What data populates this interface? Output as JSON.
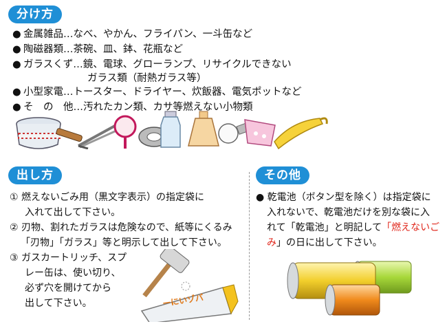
{
  "section1": {
    "title": "分け方",
    "items": [
      {
        "bullet": "●",
        "category": "金属雑品",
        "sep": "…",
        "items": "なべ、やかん、フライパン、一斗缶など"
      },
      {
        "bullet": "●",
        "category": "陶磁器類",
        "sep": "…",
        "items": "茶碗、皿、鉢、花瓶など"
      },
      {
        "bullet": "●",
        "category": "ガラスくず",
        "sep": "…",
        "items": "鏡、電球、グローランプ、リサイクルできない"
      },
      {
        "bullet": "●",
        "category": "小型家電",
        "sep": "…",
        "items": "トースター、ドライヤー、炊飯器、電気ポットなど"
      },
      {
        "bullet": "●",
        "category": "そ　の　他",
        "sep": "…",
        "items": "汚れたカン類、カサ等燃えない小物類"
      }
    ],
    "glass_cont": "ガラス類（耐熱ガラス等）"
  },
  "section2": {
    "title": "出し方",
    "lines": [
      "① 燃えないごみ用（黒文字表示）の指定袋に",
      "入れて出して下さい。",
      "② 刃物、割れたガラスは危険なので、紙等にくるみ",
      "「刃物」「ガラス」等と明示して出して下さい。",
      "③ ガスカートリッチ、スプ",
      "レー缶は、使い切り、",
      "必ず穴を開けてから",
      "出して下さい。"
    ],
    "can_label": "ーにいゾバ"
  },
  "section3": {
    "title": "その他",
    "bullet": "●",
    "line1": "乾電池（ボタン型を除く）は指定袋に",
    "line2": "入れないで、乾電池だけを別な袋に入",
    "line3a": "れて「乾電池」と明記して",
    "line3b": "「燃えないご",
    "line4a": "み",
    "line4b": "」の日に出して下さい。"
  },
  "colors": {
    "accent": "#1f8fd6",
    "highlight": "#e0261b"
  },
  "icons": [
    "pot-icon",
    "tongs-icon",
    "mirror-icon",
    "tape-icon",
    "bottle-icon",
    "lampshade-icon",
    "lightbulb-icon",
    "cup-icon",
    "umbrella-icon",
    "hammer-icon",
    "spray-can-icon",
    "battery-icon"
  ]
}
